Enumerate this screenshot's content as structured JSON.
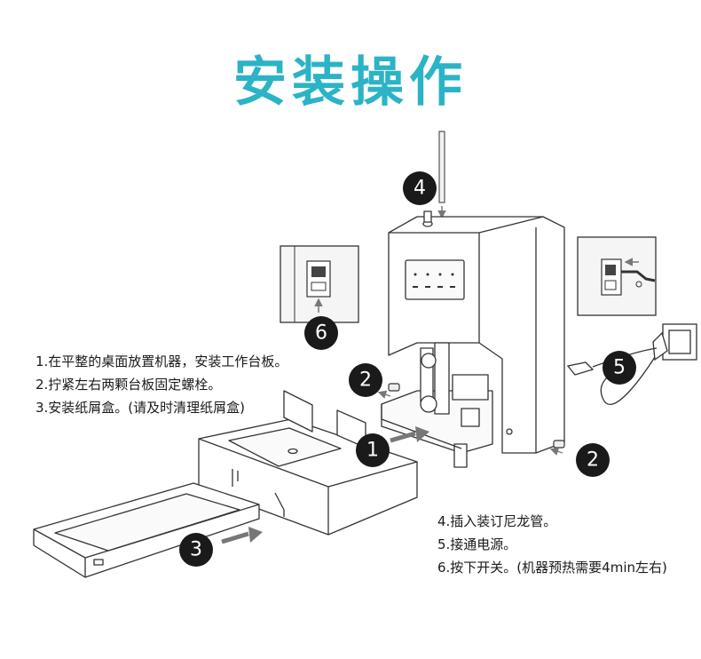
{
  "title": "安装操作",
  "steps_left": [
    "1.在平整的桌面放置机器，安装工作台板。",
    "2.拧紧左右两颗台板固定螺栓。",
    "3.安装纸屑盒。(请及时清理纸屑盒)"
  ],
  "steps_right": [
    "4.插入装订尼龙管。",
    "5.接通电源。",
    "6.按下开关。(机器预热需要4min左右)"
  ],
  "badges": {
    "b1": "1",
    "b2_left": "2",
    "b2_right": "2",
    "b3": "3",
    "b4": "4",
    "b5": "5",
    "b6": "6"
  },
  "colors": {
    "title": "#2bb3c6",
    "badge": "#1a1a1a",
    "arrow": "#777777"
  }
}
